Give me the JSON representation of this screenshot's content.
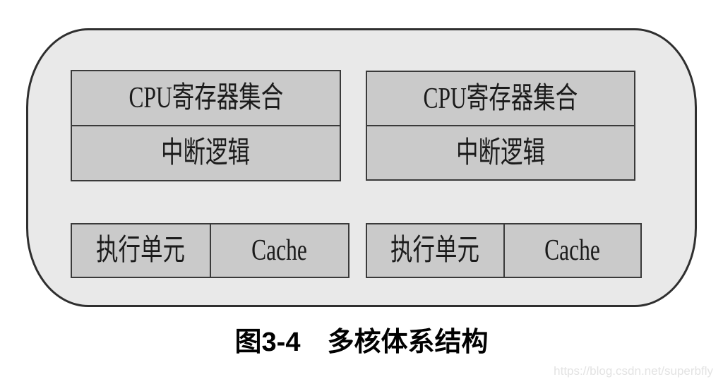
{
  "figure": {
    "caption": "图3-4　多核体系结构",
    "watermark": "https://blog.csdn.net/superbfly",
    "colors": {
      "chip_fill": "#e9e9e9",
      "chip_border": "#2f2f2f",
      "box_fill": "#cacaca",
      "box_border": "#3a3a3a",
      "box_text": "#1b1b1b",
      "caption_text": "#010101",
      "watermark_text": "#e3e3e3",
      "page_bg": "#ffffff"
    },
    "cores": [
      {
        "register_label": "CPU寄存器集合",
        "interrupt_label": "中断逻辑",
        "exec_label": "执行单元",
        "cache_label": "Cache"
      },
      {
        "register_label": "CPU寄存器集合",
        "interrupt_label": "中断逻辑",
        "exec_label": "执行单元",
        "cache_label": "Cache"
      }
    ]
  }
}
